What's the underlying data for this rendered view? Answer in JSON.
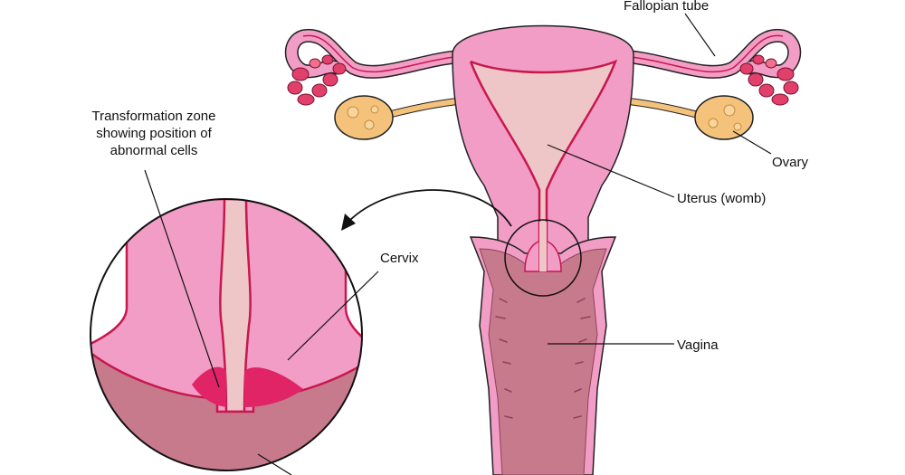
{
  "labels": {
    "fallopian_tube": "Fallopian tube",
    "ovary": "Ovary",
    "uterus": "Uterus (womb)",
    "vagina": "Vagina",
    "cervix": "Cervix",
    "transformation_zone": [
      "Transformation zone",
      "showing position of",
      "abnormal cells"
    ]
  },
  "colors": {
    "tissue_pink": "#f29dc6",
    "uterine_cavity": "#efc6c8",
    "lining_red": "#c8174d",
    "vaginal_wall": "#c77a8c",
    "ovary_fill": "#f5c27c",
    "fimbriae": "#e0406a",
    "transformation_zone": "#e02466",
    "outline": "#222222"
  }
}
